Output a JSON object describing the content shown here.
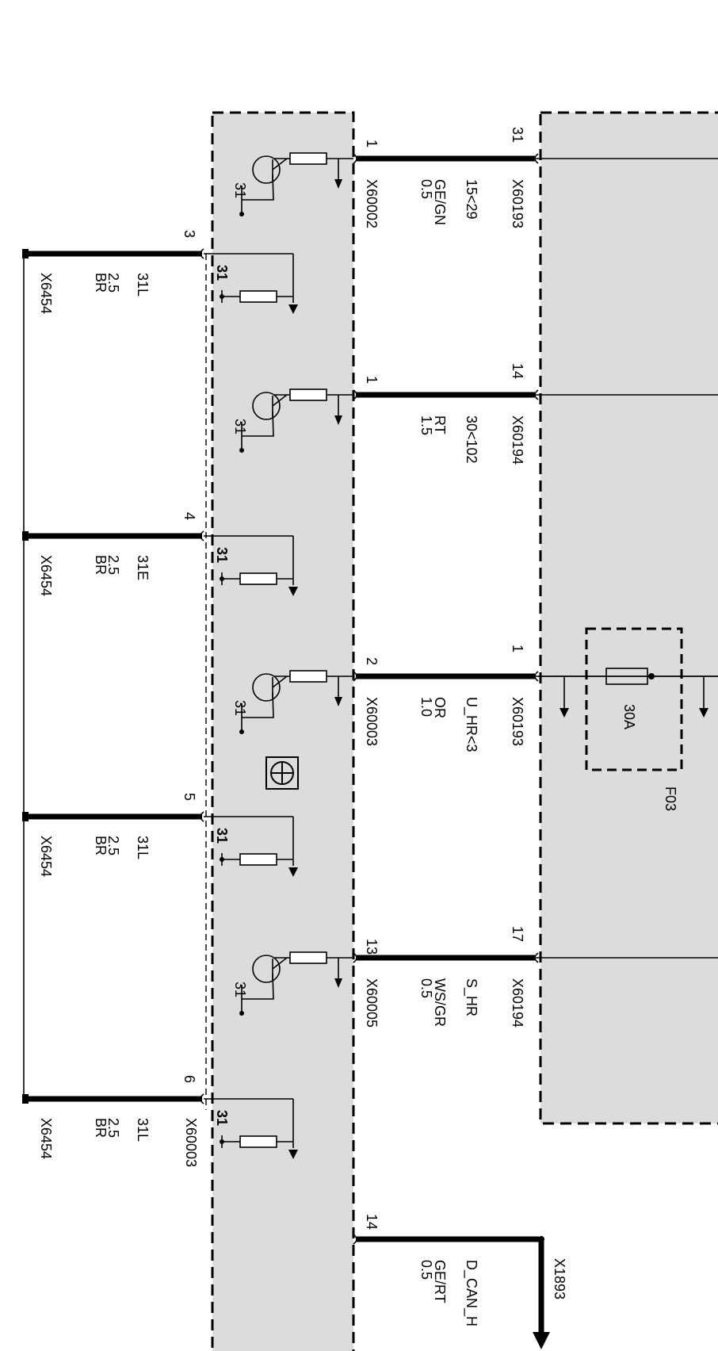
{
  "control_unit_pins": [
    {
      "pin": "1",
      "connector": "X60002",
      "line1": "0.5",
      "line2": "GE/GN"
    },
    {
      "pin": "1",
      "connector": "",
      "line1": "1.5",
      "line2": "RT"
    },
    {
      "pin": "2",
      "connector": "X60003",
      "line1": "1.0",
      "line2": "OR"
    },
    {
      "pin": "13",
      "connector": "X60005",
      "line1": "0.5",
      "line2": "WS/GR"
    }
  ],
  "power_pins": [
    {
      "pin": "31",
      "connector": "X60193",
      "signal": "15<29"
    },
    {
      "pin": "14",
      "connector": "X60194",
      "signal": "30<102"
    },
    {
      "pin": "1",
      "connector": "X60193",
      "signal": "U_HR<3"
    },
    {
      "pin": "17",
      "connector": "X60194",
      "signal": "S_HR"
    }
  ],
  "ground_wires": [
    {
      "pin": "3",
      "connector": "X6454",
      "signal": "31L",
      "size": "2.5",
      "color": "BR",
      "extra": ""
    },
    {
      "pin": "4",
      "connector": "X6454",
      "signal": "31E",
      "size": "2.5",
      "color": "BR",
      "extra": ""
    },
    {
      "pin": "5",
      "connector": "X6454",
      "signal": "31L",
      "size": "2.5",
      "color": "BR",
      "extra": ""
    },
    {
      "pin": "6",
      "connector": "X6454",
      "signal": "31L",
      "size": "2.5",
      "color": "BR",
      "extra": "X60003"
    }
  ],
  "can_wire": {
    "pin": "14",
    "signal": "D_CAN_H",
    "size": "0.5",
    "color": "GE/RT",
    "target": "X1893"
  },
  "ground_symbol_label": "31",
  "fuse": {
    "id": "F03",
    "rating": "30A"
  }
}
